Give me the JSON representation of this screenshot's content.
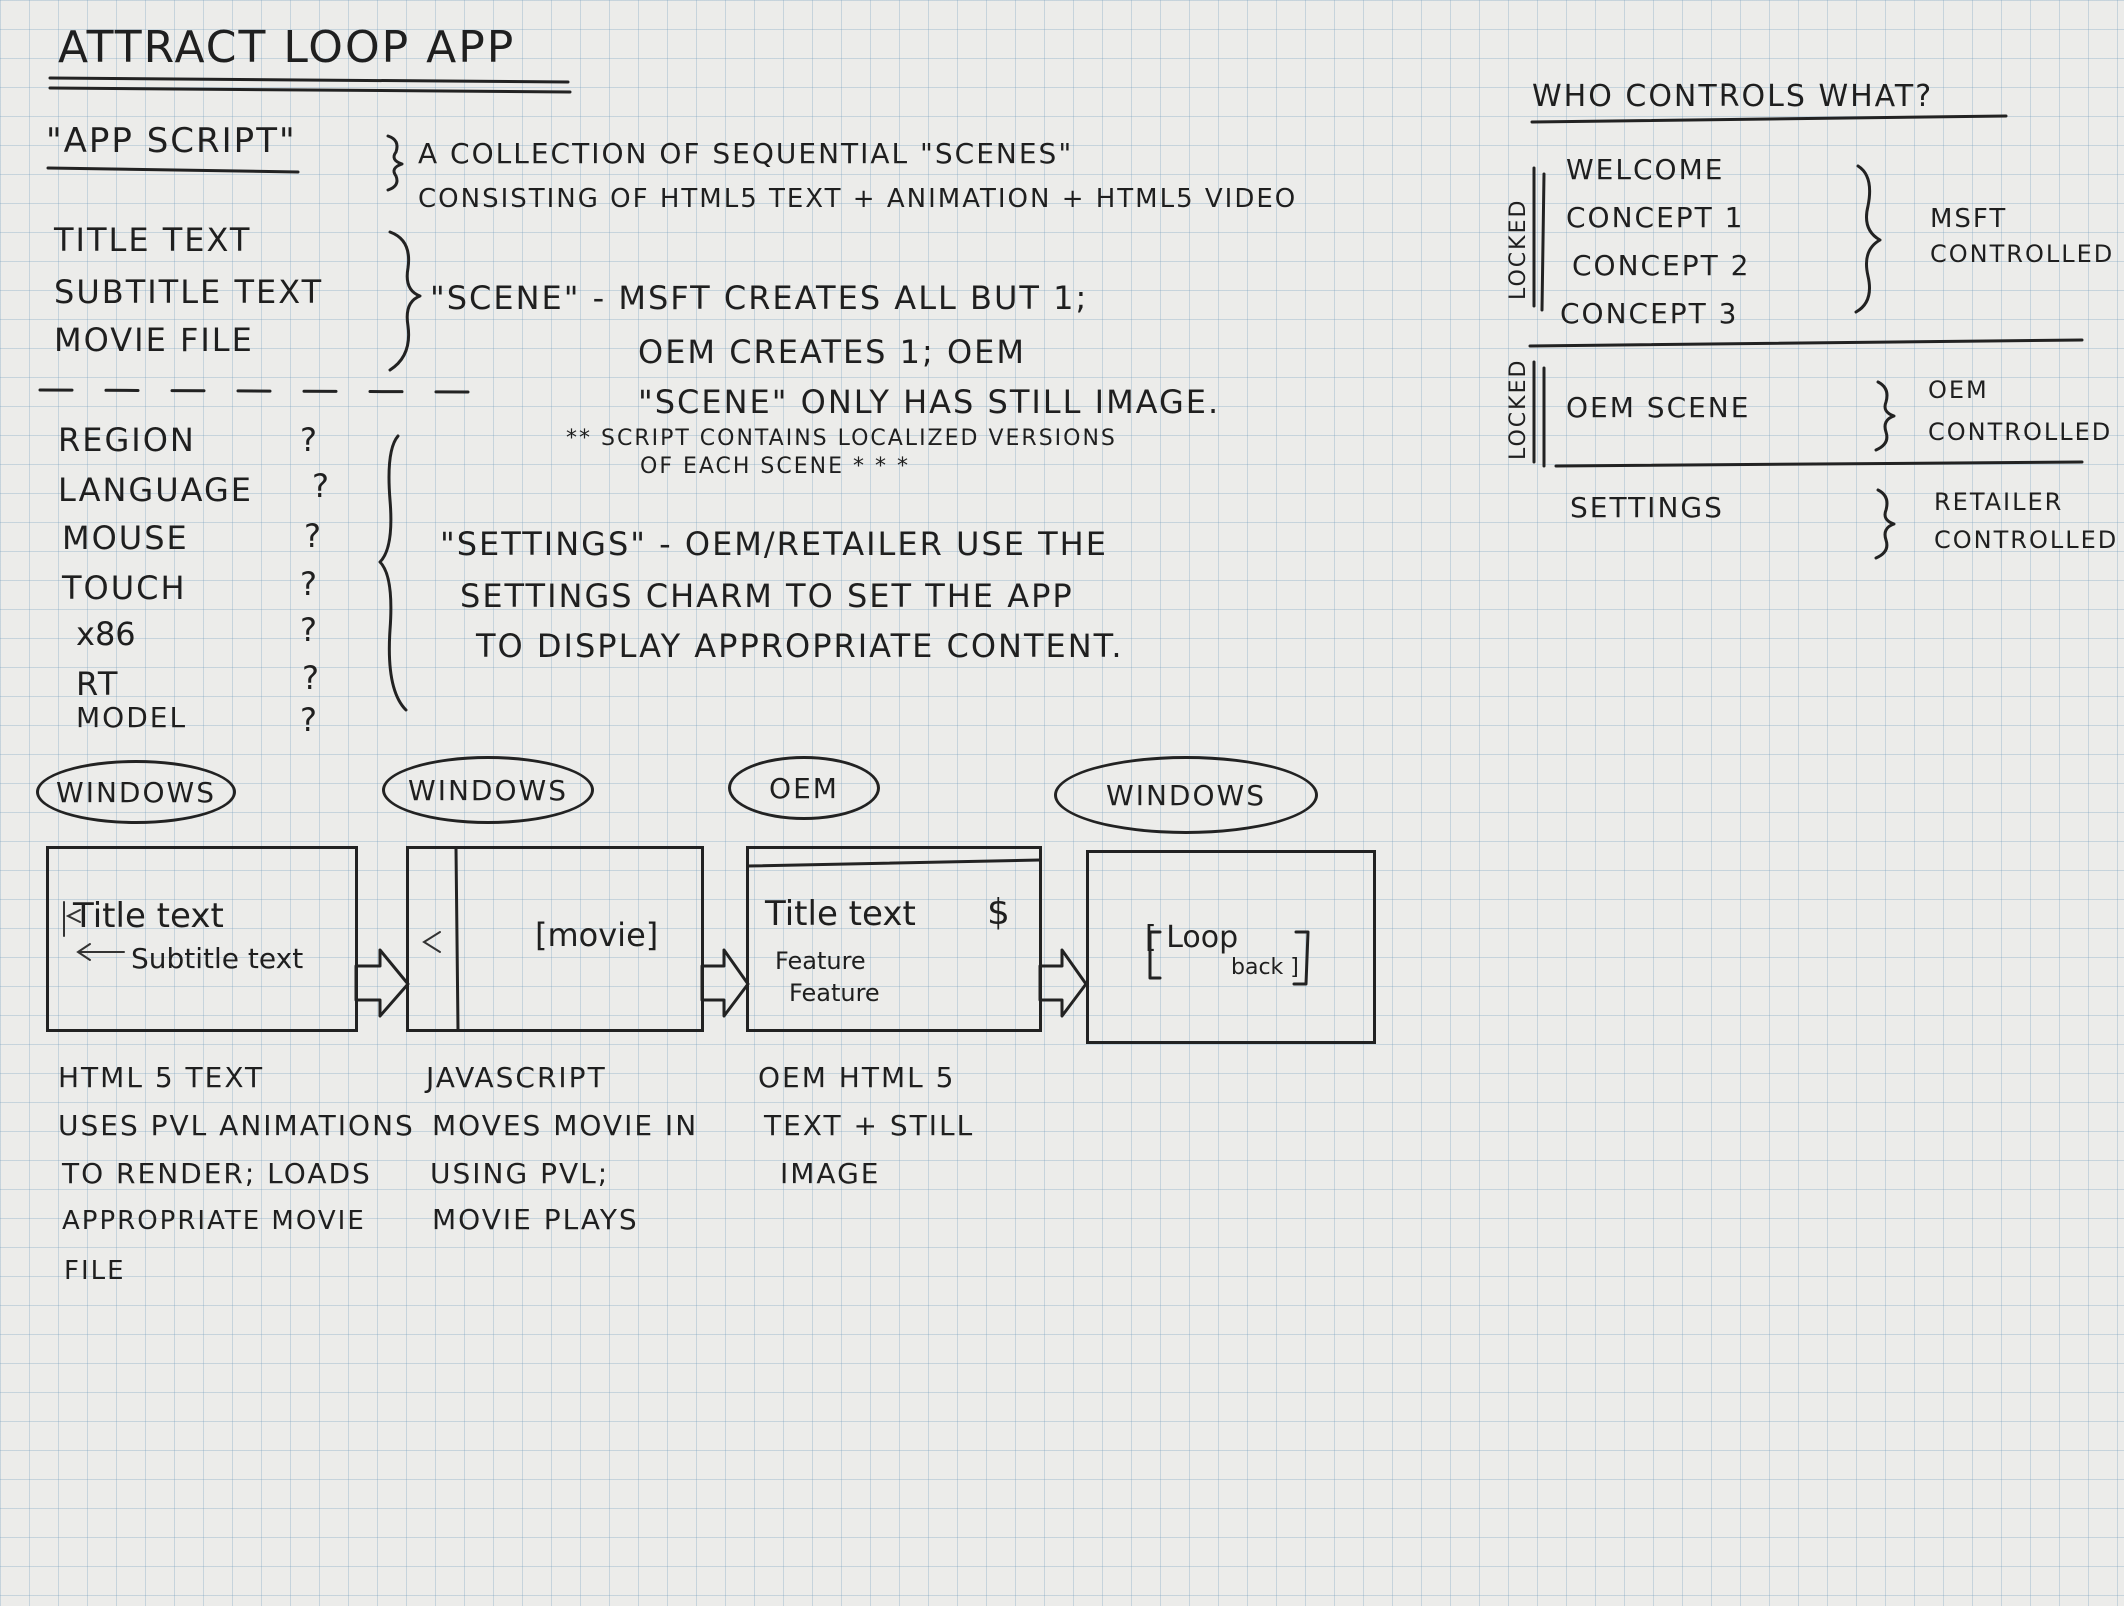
{
  "title": "Attract Loop App",
  "app_script": {
    "label": "\"App Script\"",
    "desc_line1": "A collection of sequential \"scenes\"",
    "desc_line2": "consisting of HTML5 text + animation + HTML5 video"
  },
  "scene_items": [
    "Title text",
    "Subtitle text",
    "Movie file"
  ],
  "scene_note": {
    "line1": "\"Scene\" - MSFT creates all but 1;",
    "line2": "OEM creates 1; OEM",
    "line3": "\"Scene\" only has still image.",
    "line4": "** Script contains localized versions",
    "line5": "of each scene * * *"
  },
  "settings_items": [
    {
      "label": "Region",
      "q": "?"
    },
    {
      "label": "Language",
      "q": "?"
    },
    {
      "label": "Mouse",
      "q": "?"
    },
    {
      "label": "Touch",
      "q": "?"
    },
    {
      "label": "x86",
      "q": "?"
    },
    {
      "label": "RT",
      "q": "?"
    },
    {
      "label": "Model",
      "q": "?"
    }
  ],
  "settings_note": {
    "line1": "\"Settings\" - OEM/Retailer use the",
    "line2": "settings charm to set the app",
    "line3": "to display appropriate content."
  },
  "who_controls": {
    "title": "Who controls what?",
    "locked_label": "Locked",
    "msft_items": [
      "Welcome",
      "Concept 1",
      "Concept 2",
      "Concept 3"
    ],
    "msft_label_1": "MSFT",
    "msft_label_2": "controlled",
    "oem_item": "OEM scene",
    "oem_label_1": "OEM",
    "oem_label_2": "controlled",
    "settings_item": "Settings",
    "retailer_label_1": "Retailer",
    "retailer_label_2": "controlled"
  },
  "flow": [
    {
      "owner": "Windows",
      "inner_1": "Title text",
      "inner_2": "Subtitle text",
      "notes": [
        "HTML 5 text",
        "uses PVL animations",
        "to render; loads",
        "appropriate movie",
        "file"
      ]
    },
    {
      "owner": "Windows",
      "inner_1": "[movie]",
      "notes": [
        "JavaScript",
        "moves movie in",
        "using PVL;",
        "movie plays"
      ]
    },
    {
      "owner": "OEM",
      "inner_1": "Title text",
      "inner_2": "$",
      "inner_3": "Feature",
      "inner_4": "Feature",
      "notes": [
        "OEM HTML 5",
        "text + still",
        "image"
      ]
    },
    {
      "owner": "Windows",
      "inner_1": "[ Loop",
      "inner_2": "back ]"
    }
  ]
}
